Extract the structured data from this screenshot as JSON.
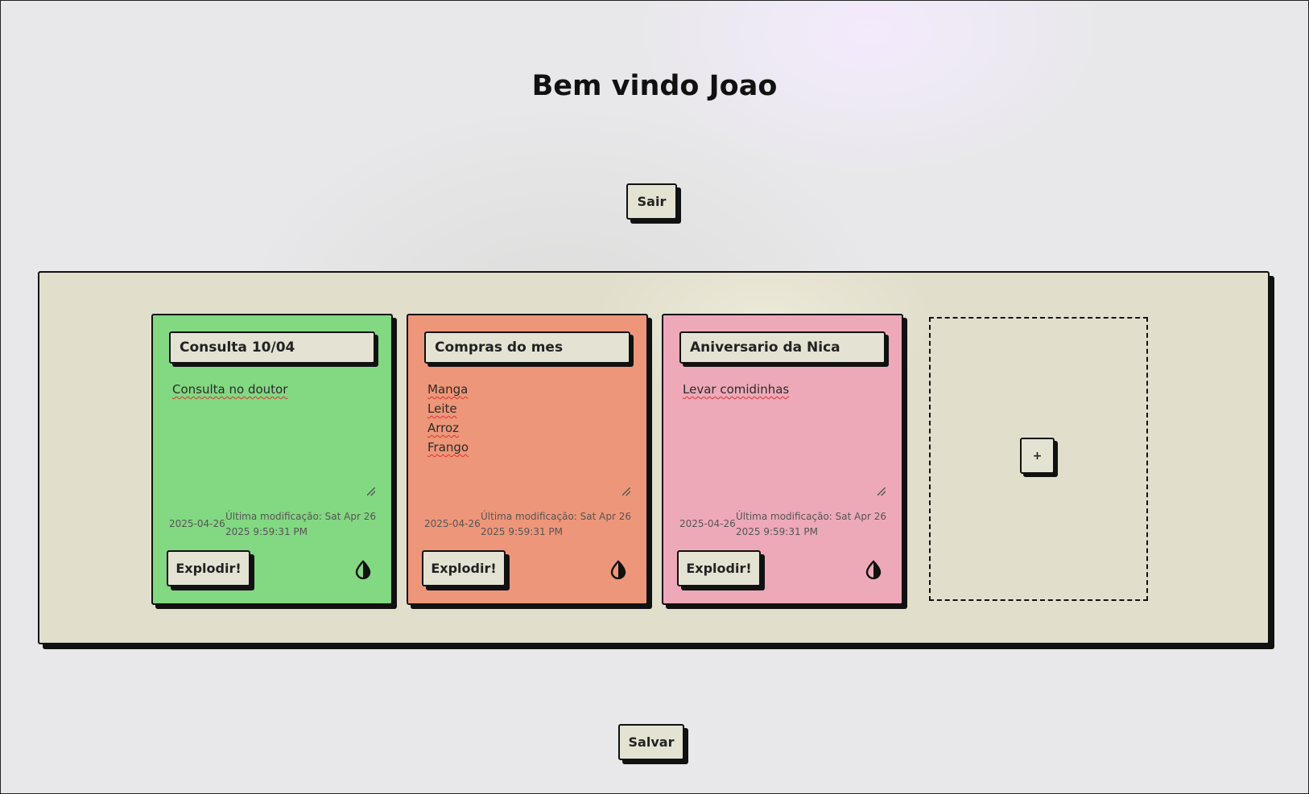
{
  "page": {
    "welcome_title": "Bem vindo Joao"
  },
  "header": {
    "logout_label": "Sair"
  },
  "footer": {
    "save_label": "Salvar"
  },
  "colors": {
    "note_green": "#83d882",
    "note_orange": "#ee9679",
    "note_pink": "#eda9b8",
    "board_bg": "#e1dfcc",
    "button_bg": "#e4e2d2"
  },
  "notes": [
    {
      "title": "Consulta 10/04",
      "body": [
        "Consulta no doutor"
      ],
      "date": "2025-04-26",
      "modified": "Última modificação: Sat Apr 26 2025 9:59:31 PM",
      "explode_label": "Explodir!",
      "color_icon": "contrast-icon",
      "color": "#83d882"
    },
    {
      "title": "Compras do mes",
      "body": [
        "Manga",
        "Leite",
        "Arroz",
        "Frango"
      ],
      "date": "2025-04-26",
      "modified": "Última modificação: Sat Apr 26 2025 9:59:31 PM",
      "explode_label": "Explodir!",
      "color_icon": "contrast-icon",
      "color": "#ee9679"
    },
    {
      "title": "Aniversario da Nica",
      "body": [
        "Levar comidinhas"
      ],
      "date": "2025-04-26",
      "modified": "Última modificação: Sat Apr 26 2025 9:59:31 PM",
      "explode_label": "Explodir!",
      "color_icon": "contrast-icon",
      "color": "#eda9b8"
    }
  ],
  "add_note": {
    "label": "+"
  }
}
